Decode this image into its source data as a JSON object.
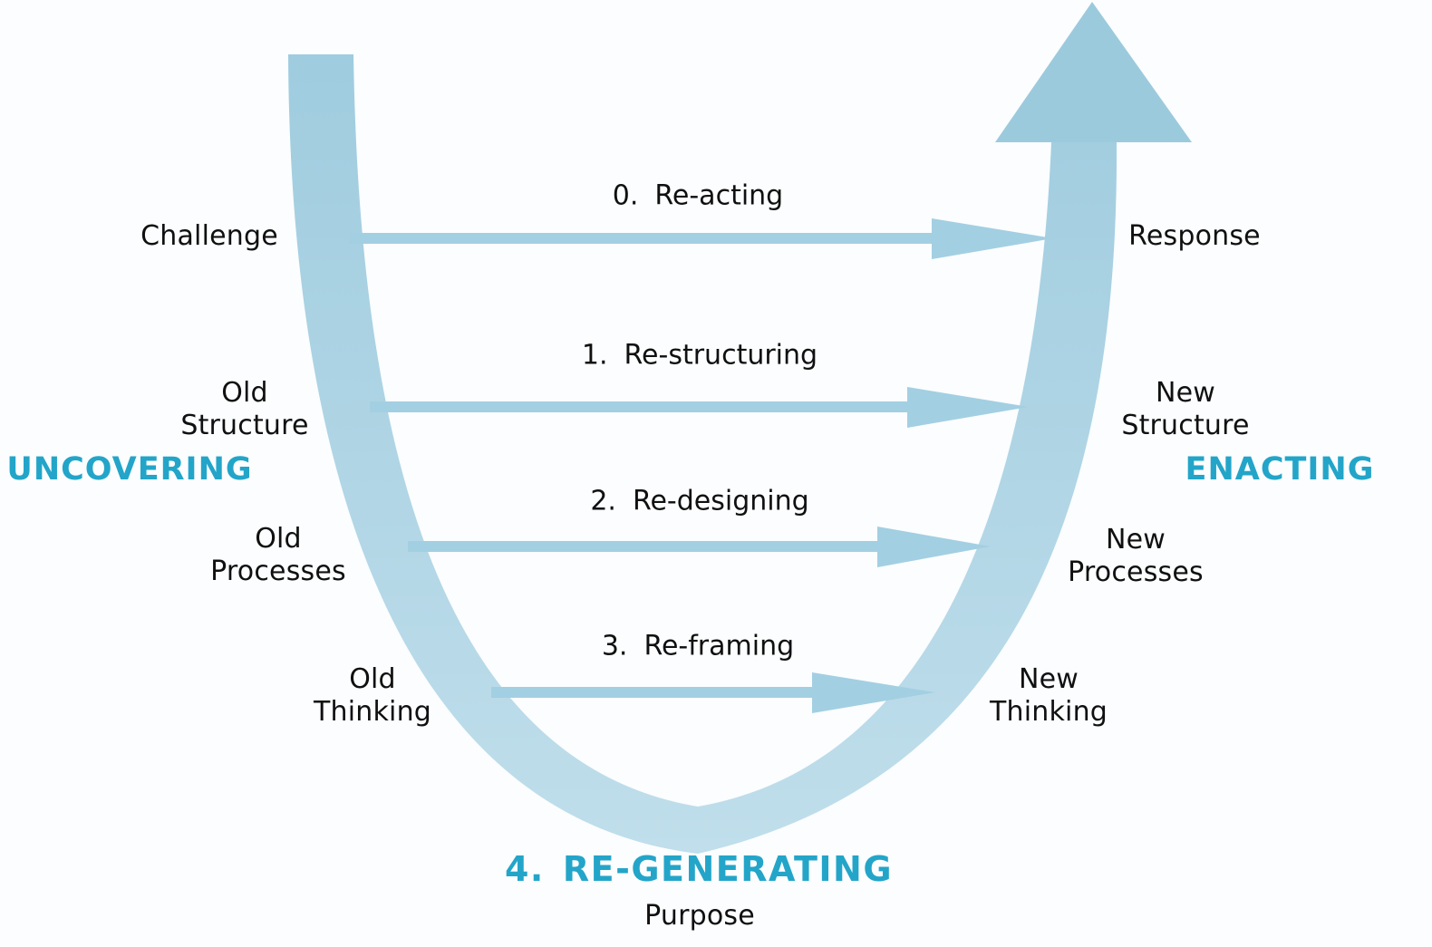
{
  "colors": {
    "background": "#fbfdfe",
    "text": "#101010",
    "accent": "#23a5c9",
    "arrow": "#a3cfe2",
    "big_arrowhead": "#9ccadd",
    "curve_top": "#9fccdf",
    "curve_bottom": "#c0deeb"
  },
  "side_labels": {
    "left": "UNCOVERING",
    "right": "ENACTING"
  },
  "rows": [
    {
      "num": "0.",
      "action": "Re-acting",
      "from": "Challenge",
      "to": "Response"
    },
    {
      "num": "1.",
      "action": "Re-structuring",
      "from": "Old\nStructure",
      "to": "New\nStructure"
    },
    {
      "num": "2.",
      "action": "Re-designing",
      "from": "Old\nProcesses",
      "to": "New\nProcesses"
    },
    {
      "num": "3.",
      "action": "Re-framing",
      "from": "Old\nThinking",
      "to": "New\nThinking"
    }
  ],
  "bottom": {
    "num": "4.",
    "action": "RE-GENERATING",
    "sublabel": "Purpose"
  }
}
